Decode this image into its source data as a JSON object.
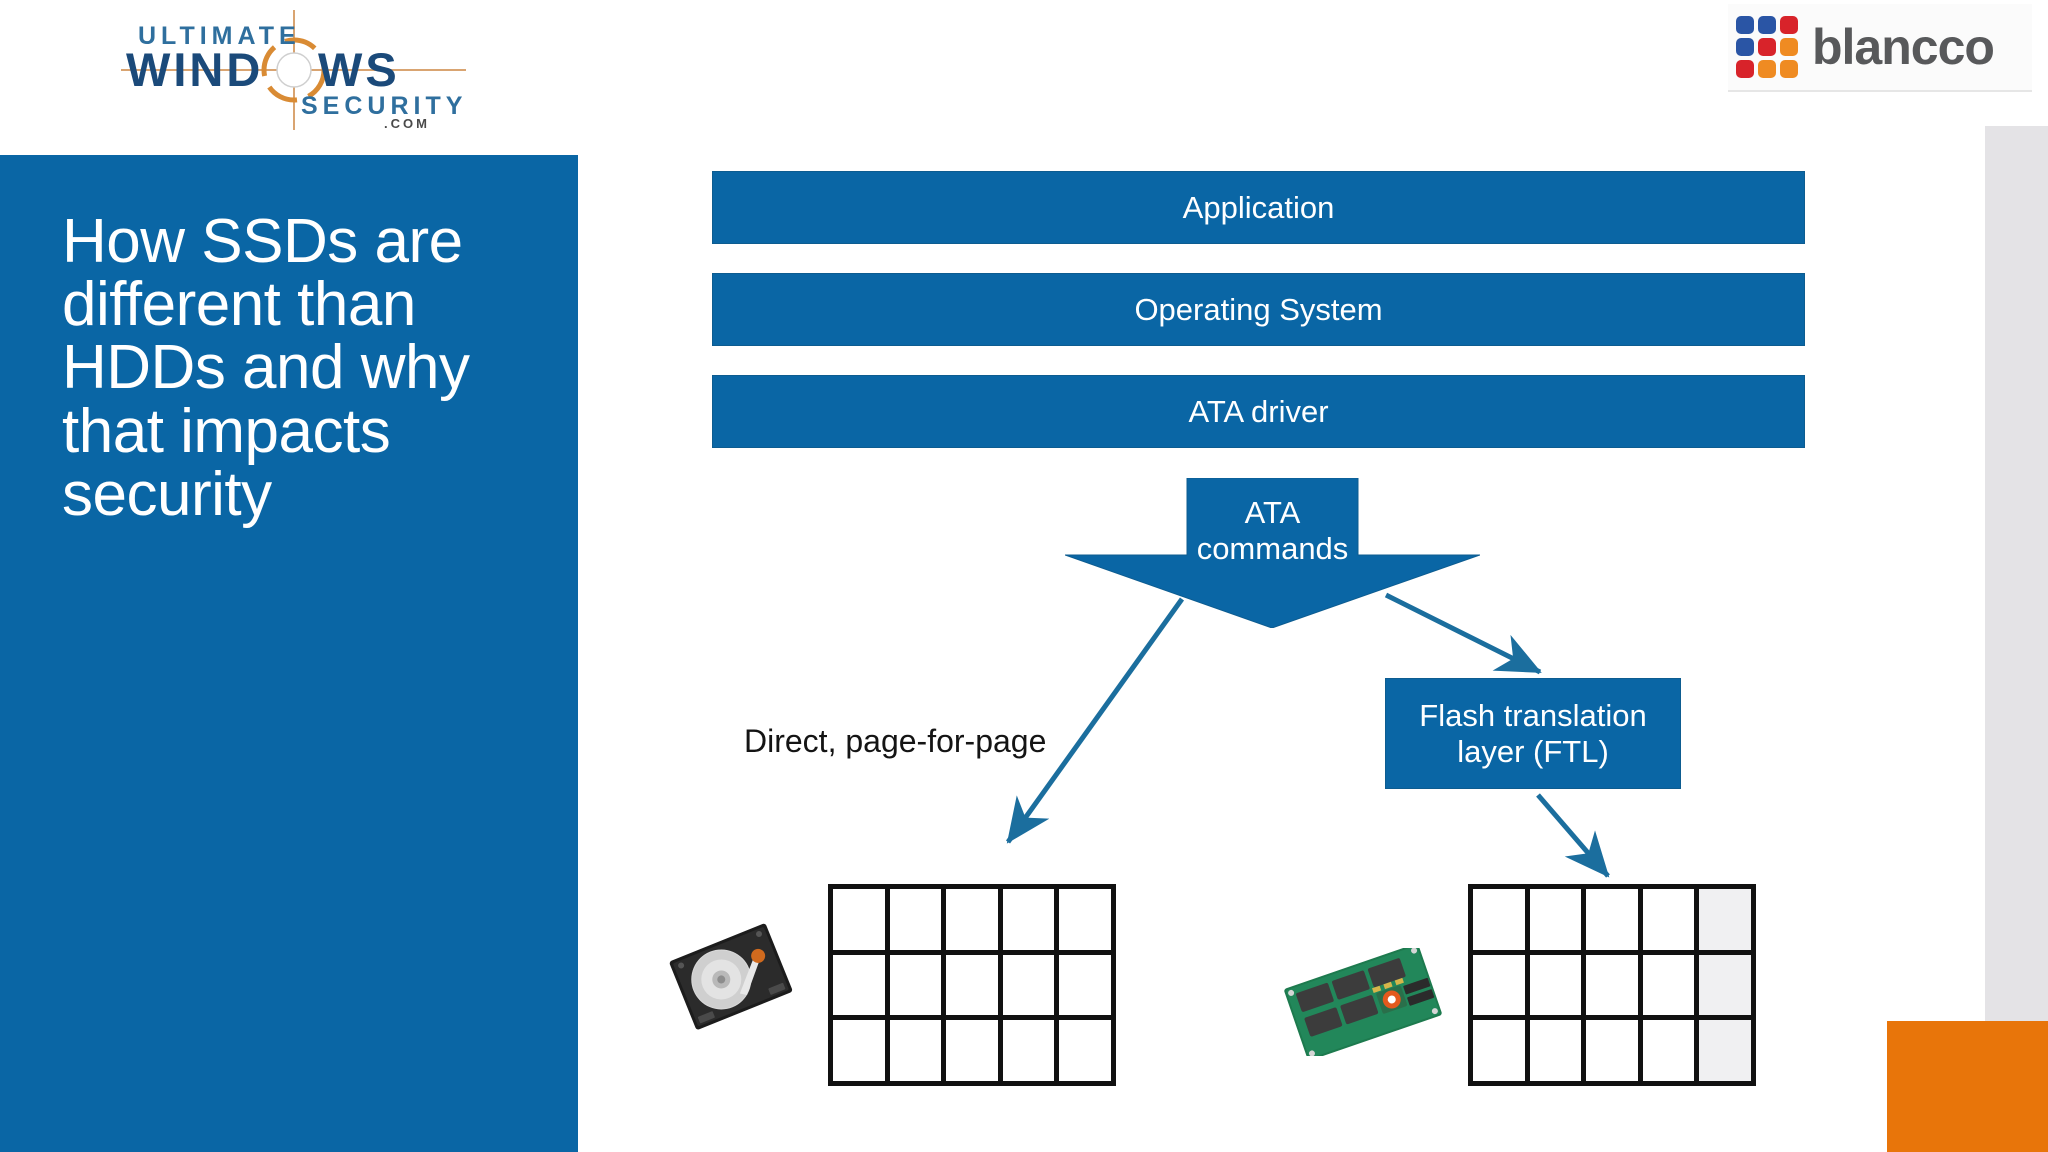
{
  "slide": {
    "title": "How SSDs are different than HDDs and why that impacts security",
    "accent_blue": "#0a66a5",
    "accent_orange": "#e8750a",
    "gray_strip": "#e4e3e6"
  },
  "header": {
    "left_logo": {
      "name": "ultimate-windows-security-logo",
      "line1": "ULTIMATE",
      "line2": "WIND",
      "line2b": "WS",
      "line3": "SECURITY",
      "line4": ".COM",
      "blue": "#1b4a7a",
      "teal": "#2f7f8c",
      "orange": "#d98b34"
    },
    "right_logo": {
      "name": "blancco-logo",
      "wordmark": "blancco",
      "dot_colors": [
        "#2a55a5",
        "#2a55a5",
        "#d8232a",
        "#2a55a5",
        "#d8232a",
        "#ef8b22",
        "#d8232a",
        "#ef8b22",
        "#ef8b22"
      ]
    }
  },
  "diagram": {
    "type": "storage-stack-flow",
    "stack": [
      {
        "id": "application",
        "label": "Application"
      },
      {
        "id": "operating-system",
        "label": "Operating System"
      },
      {
        "id": "ata-driver",
        "label": "ATA driver"
      }
    ],
    "command_arrow": {
      "id": "ata-commands",
      "label": "ATA\ncommands",
      "direction": "down"
    },
    "branches": [
      {
        "id": "hdd-branch",
        "label": "Direct, page-for-page",
        "device": "hard-disk-drive",
        "grid": {
          "columns": 5,
          "rows": 3,
          "cells": [
            "free",
            "free",
            "free",
            "free",
            "free",
            "free",
            "free",
            "free",
            "free",
            "free",
            "free",
            "free",
            "free",
            "free",
            "free"
          ]
        }
      },
      {
        "id": "ssd-branch",
        "label": "Flash translation\nlayer (FTL)",
        "device": "solid-state-drive",
        "grid": {
          "columns": 5,
          "rows": 3,
          "cells": [
            "free",
            "free",
            "free",
            "free",
            "reserved",
            "free",
            "free",
            "free",
            "free",
            "reserved",
            "free",
            "free",
            "free",
            "free",
            "reserved"
          ]
        }
      }
    ]
  }
}
